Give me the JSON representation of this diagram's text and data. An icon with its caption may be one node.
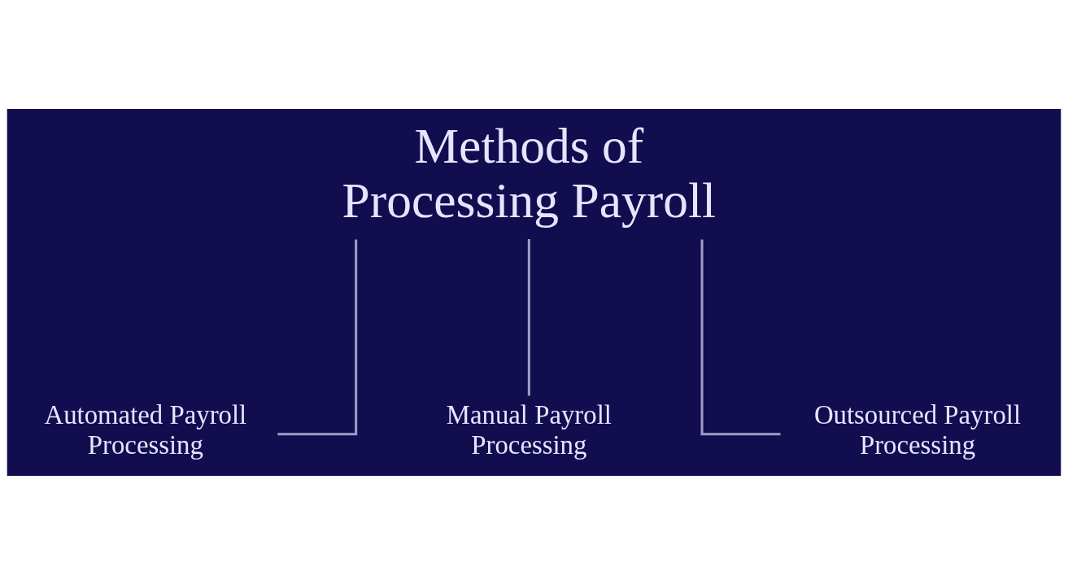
{
  "diagram": {
    "nodes": [
      {
        "text": [
          "Methods of Processing Payroll"
        ]
      },
      {
        "text": [
          "Automated Payroll Processing"
        ]
      },
      {
        "text": [
          "Manual Payroll Processing"
        ]
      },
      {
        "text": [
          "Outsourced Payroll Processing"
        ]
      }
    ],
    "edges": [
      {
        "from": 0,
        "to": 1,
        "arrow": "none"
      },
      {
        "from": 0,
        "to": 2,
        "arrow": "none"
      },
      {
        "from": 0,
        "to": 3,
        "arrow": "none"
      }
    ]
  }
}
